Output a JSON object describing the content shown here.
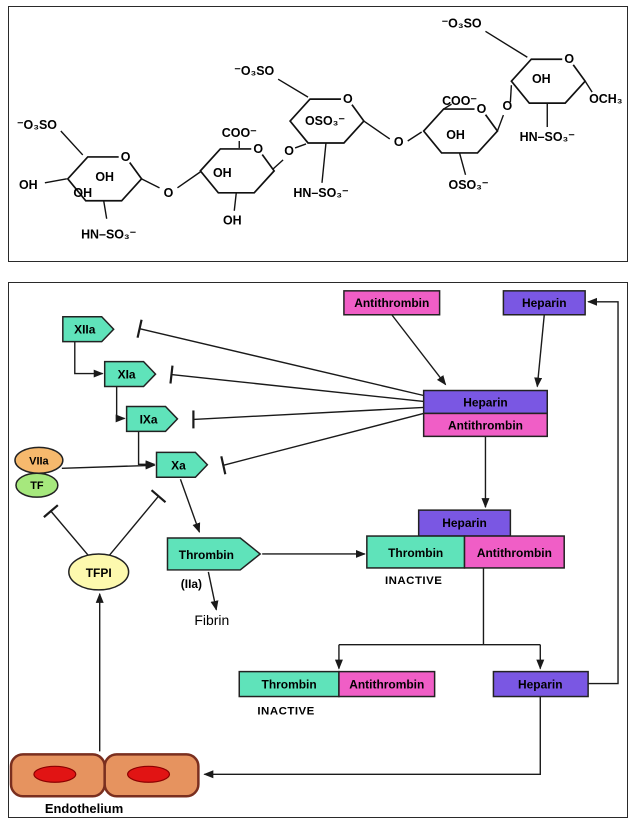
{
  "chemistry": {
    "sulfate_left": "⁻O₃SO",
    "sulfate": "OSO₃⁻",
    "carboxylate": "COO⁻",
    "hydroxyl": "OH",
    "ring_oxygen": "O",
    "n_sulfate": "HN–SO₃⁻",
    "methoxy": "OCH₃"
  },
  "cascade": {
    "antithrombin": "Antithrombin",
    "heparin": "Heparin",
    "thrombin": "Thrombin",
    "factor_xiia": "XIIa",
    "factor_xia": "XIa",
    "factor_ixa": "IXa",
    "factor_xa": "Xa",
    "factor_viia": "VIIa",
    "tissue_factor": "TF",
    "tfpi": "TFPI",
    "iia": "(IIa)",
    "fibrin": "Fibrin",
    "inactive": "INACTIVE",
    "endothelium": "Endothelium"
  },
  "colors": {
    "factor_teal": "#5fe3ba",
    "antithrombin_magenta": "#f05ec6",
    "heparin_purple": "#7a57e3",
    "viia_orange": "#f6b96d",
    "tf_green": "#a6e87d",
    "tfpi_yellow": "#fdf9ae",
    "endothelium_salmon": "#e6935f",
    "nucleus_red": "#e11414"
  }
}
